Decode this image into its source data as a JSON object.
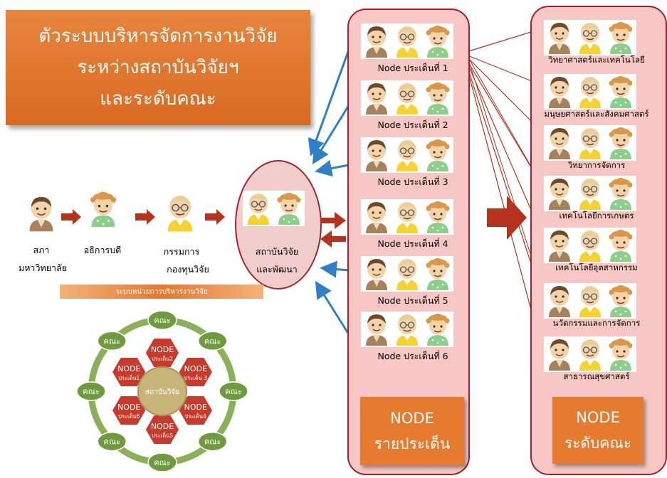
{
  "title": {
    "line1": "ตัวระบบบริหารจัดการงานวิจัย",
    "line2": "ระหว่างสถาบันวิจัยฯ",
    "line3": "และระดับคณะ"
  },
  "chain": {
    "council_line1": "สภา",
    "council_line2": "มหาวิทยาลัย",
    "president": "อธิการบดี",
    "committee_line1": "กรรมการ",
    "committee_line2": "กองทุนวิจัย",
    "institute_line1": "สถาบันวิจัย",
    "institute_line2": "และพัฒนา"
  },
  "issue_nodes": [
    "Node ประเด็นที่ 1",
    "Node ประเด็นที่ 2",
    "Node ประเด็นที่ 3",
    "Node ประเด็นที่ 4",
    "Node ประเด็นที่ 5",
    "Node ประเด็นที่ 6"
  ],
  "faculty_nodes": [
    "วิทยาศาสตร์และเทคโนโลยี",
    "มนุษยศาสตร์และสังคมศาสตร์",
    "วิทยาการจัดการ",
    "เทคโนโลยีการเกษตร",
    "เทคโนโลยีอุตสาหกรรม",
    "นวัตกรรมและการจัดการ",
    "สาธารณสุขศาสตร์"
  ],
  "node_issue_box": {
    "line1": "NODE",
    "line2": "รายประเด็น"
  },
  "node_faculty_box": {
    "line1": "NODE",
    "line2": "ระดับคณะ"
  },
  "mini_diagram": {
    "title": "ระบบหน่วยการบริหารงานวิจัย",
    "center": "สถาบันวิจัย",
    "faculty": "คณะ",
    "node_word": "NODE",
    "hex_subs": [
      "ประเด็น2",
      "ประเด็น 3",
      "ประเด็น4",
      "ประเด็น5",
      "ประเด็น6",
      "ประเด็น1"
    ]
  },
  "colors": {
    "orange": "#e67a2e",
    "panel_fill": "#f6c7c4",
    "panel_border": "#a51d2a",
    "arrow_red": "#b5321d",
    "arrow_blue": "#2f7fc6",
    "hex_red": "#c73a2c",
    "ring_green": "#7aa04a"
  }
}
